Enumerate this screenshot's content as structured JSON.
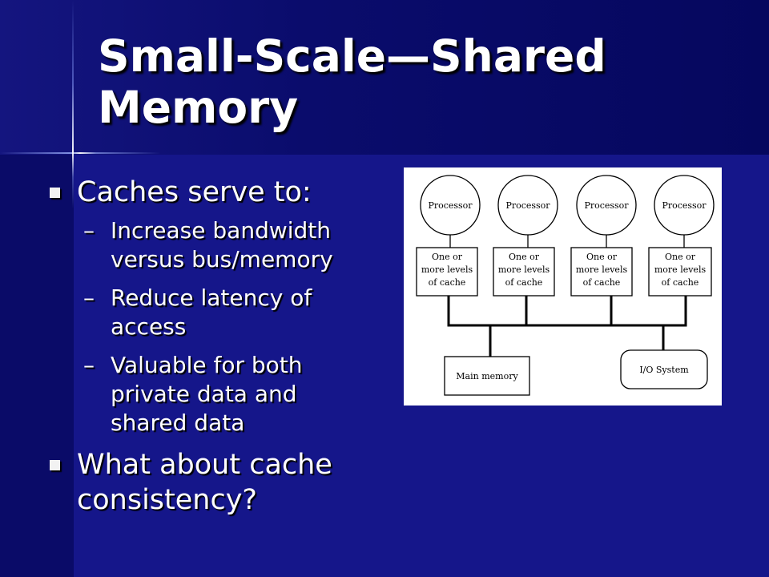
{
  "slide": {
    "title_line1": "Small-Scale—Shared",
    "title_line2": "Memory"
  },
  "bullets": [
    {
      "text": "Caches serve to:",
      "sub": [
        {
          "line1": "Increase bandwidth",
          "line2": "versus bus/memory"
        },
        {
          "line1": "Reduce latency of",
          "line2": "access"
        },
        {
          "line1": "Valuable for both",
          "line2": "private data and",
          "line3": "shared data"
        }
      ]
    },
    {
      "line1": "What about cache",
      "line2": "consistency?"
    }
  ],
  "diagram": {
    "processors": [
      "Processor",
      "Processor",
      "Processor",
      "Processor"
    ],
    "caches": [
      {
        "l1": "One or",
        "l2": "more levels",
        "l3": "of cache"
      },
      {
        "l1": "One or",
        "l2": "more levels",
        "l3": "of cache"
      },
      {
        "l1": "One or",
        "l2": "more levels",
        "l3": "of cache"
      },
      {
        "l1": "One or",
        "l2": "more levels",
        "l3": "of cache"
      }
    ],
    "main_memory": "Main memory",
    "io_system": "I/O System"
  },
  "colors": {
    "background": "#15168a",
    "title_band": "#0a0c6c",
    "text": "#ffffff",
    "diagram_bg": "#ffffff"
  }
}
